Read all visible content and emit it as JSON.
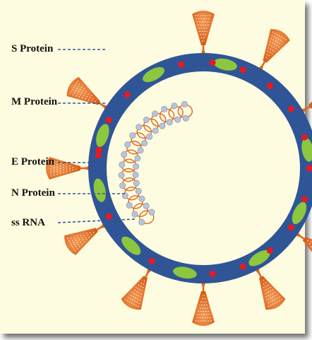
{
  "labels": {
    "s_protein": "S Protein",
    "m_protein": "M Protein",
    "e_protein": "E Protein",
    "n_protein": "N Protein",
    "ss_rna": "ss RNA"
  },
  "colors": {
    "background": "#fefce0",
    "envelope": "#2f5597",
    "spike": "#e1651d",
    "membrane_protein": "#8dc63f",
    "envelope_protein": "#e8191e",
    "nucleocapsid": "#b8c4d8",
    "rna": "#e1651d",
    "leader_line": "#2f5597"
  }
}
